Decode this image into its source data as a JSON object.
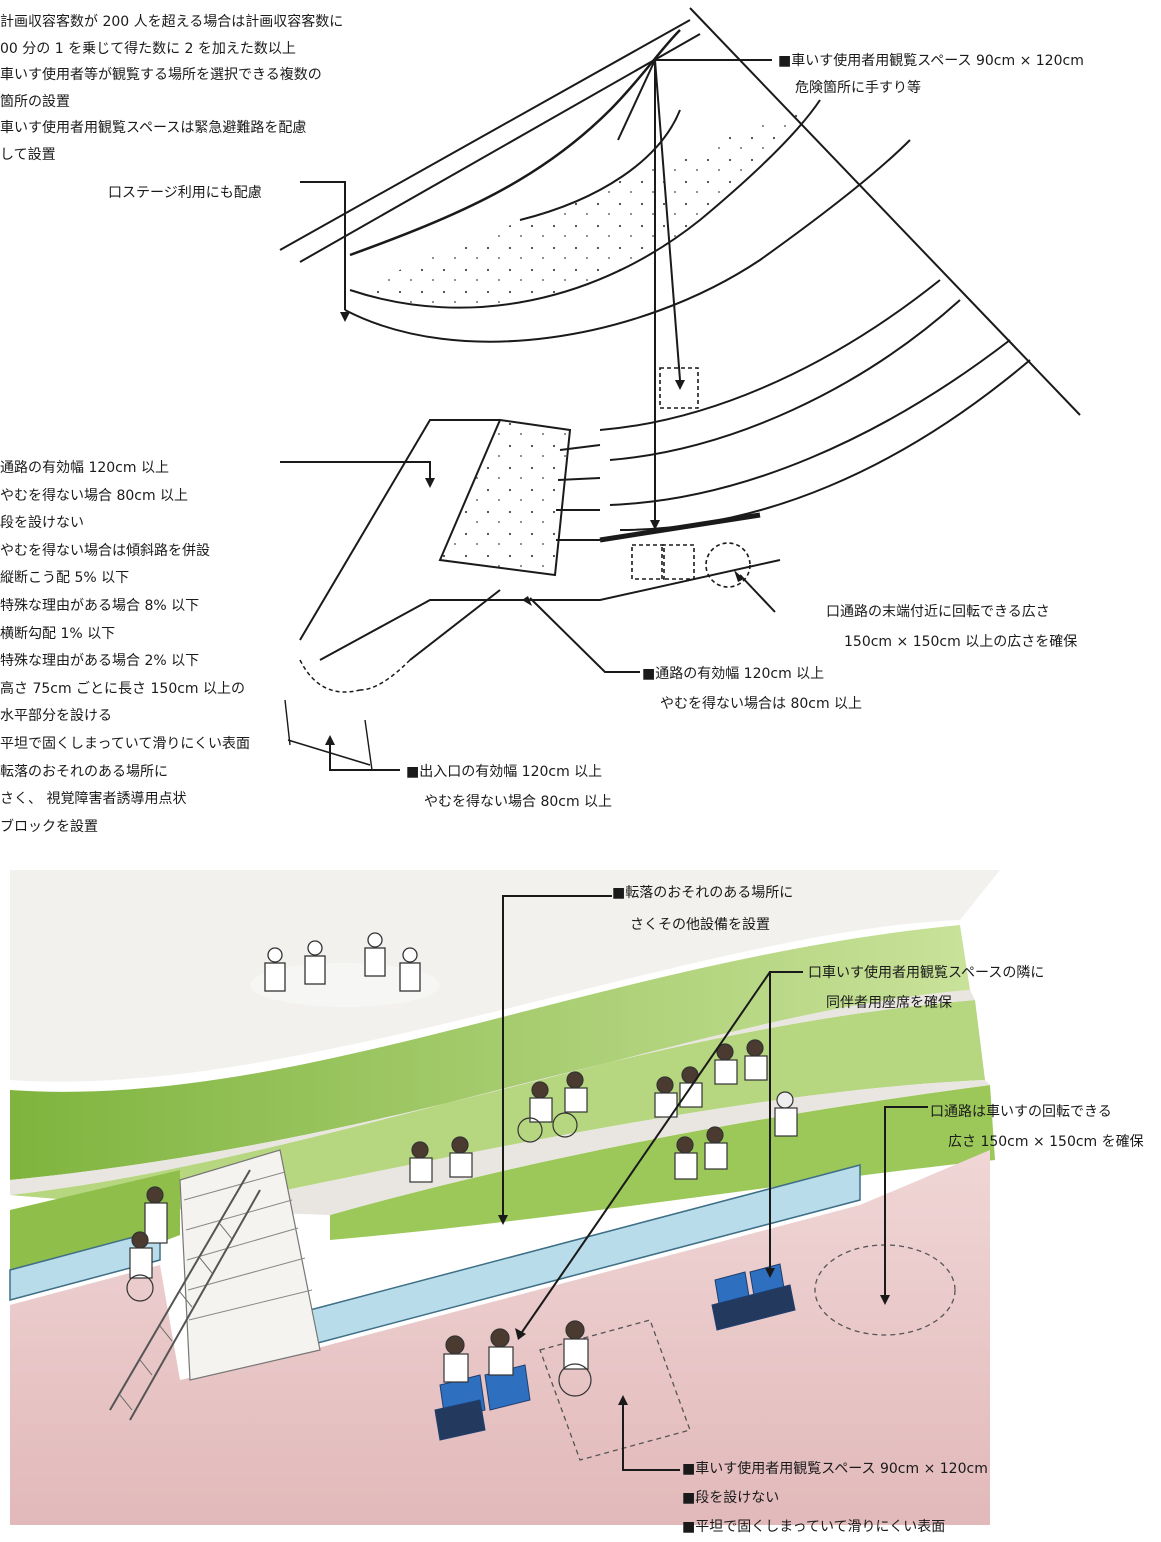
{
  "top_left_notes": [
    "計画収容客数が 200 人を超える場合は計画収容客数に",
    "00 分の 1 を乗じて得た数に 2 を加えた数以上",
    "車いす使用者等が観覧する場所を選択できる複数の",
    "箇所の設置",
    "車いす使用者用観覧スペースは緊急避難路を配慮",
    "して設置"
  ],
  "stage_note": "口ステージ利用にも配慮",
  "wheelchair_space_top": [
    "■車いす使用者用観覧スペース 90cm × 120cm",
    "危険箇所に手すり等"
  ],
  "left_notes": [
    "通路の有効幅 120cm 以上",
    "やむを得ない場合 80cm 以上",
    "段を設けない",
    "やむを得ない場合は傾斜路を併設",
    "縦断こう配 5% 以下",
    "特殊な理由がある場合 8% 以下",
    "横断勾配 1% 以下",
    "特殊な理由がある場合 2% 以下",
    "高さ 75cm ごとに長さ 150cm 以上の",
    "水平部分を設ける",
    "平坦で固くしまっていて滑りにくい表面",
    "転落のおそれのある場所に",
    "さく、 視覚障害者誘導用点状",
    "ブロックを設置"
  ],
  "turning_note": [
    "口通路の末端付近に回転できる広さ",
    "150cm × 150cm 以上の広さを確保"
  ],
  "aisle_note": [
    "■通路の有効幅 120cm 以上",
    "やむを得ない場合は 80cm 以上"
  ],
  "entrance_note": [
    "■出入口の有効幅 120cm 以上",
    "やむを得ない場合 80cm 以上"
  ],
  "fence_note": [
    "■転落のおそれのある場所に",
    "さくその他設備を設置"
  ],
  "companion_note": [
    "口車いす使用者用観覧スペースの隣に",
    "同伴者用座席を確保"
  ],
  "aisle_turn_note": [
    "口通路は車いすの回転できる",
    "広さ 150cm × 150cm を確保"
  ],
  "bottom_notes": [
    "■車いす使用者用観覧スペース 90cm × 120cm",
    "■段を設けない",
    "■平坦で固くしまっていて滑りにくい表面"
  ],
  "colors": {
    "line": "#1a1a1a",
    "lawn": "#8fbf4a",
    "lawn_light": "#b6d67a",
    "paving": "#e8c9c9",
    "stage": "#efefeb",
    "railing_glass": "#b9dcea",
    "seat_blue": "#2f6fc0"
  }
}
